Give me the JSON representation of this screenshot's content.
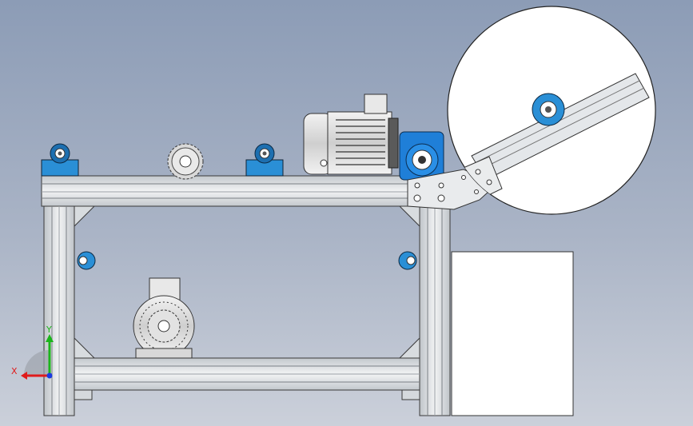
{
  "viewport": {
    "background_top": "#8c9cb6",
    "background_bottom": "#cbd0da"
  },
  "colors": {
    "frame_profile": "#dfe3e7",
    "frame_edge": "#3a3a3a",
    "bearing_blue": "#2a8fd6",
    "gearbox_blue": "#1f7fd8",
    "motor_grey": "#e6e6e6",
    "detail_circle": "#ffffff",
    "axis_x": "#e01b1b",
    "axis_y": "#1bb51b",
    "axis_z": "#1b3be0"
  },
  "triad": {
    "x_label": "X",
    "y_label": "Y"
  },
  "components": [
    "aluminum-profile-frame",
    "pillow-block-bearing",
    "sprocket",
    "electric-motor",
    "worm-gearbox",
    "conveyor-arm",
    "detail-view-circle",
    "cabinet-box"
  ]
}
